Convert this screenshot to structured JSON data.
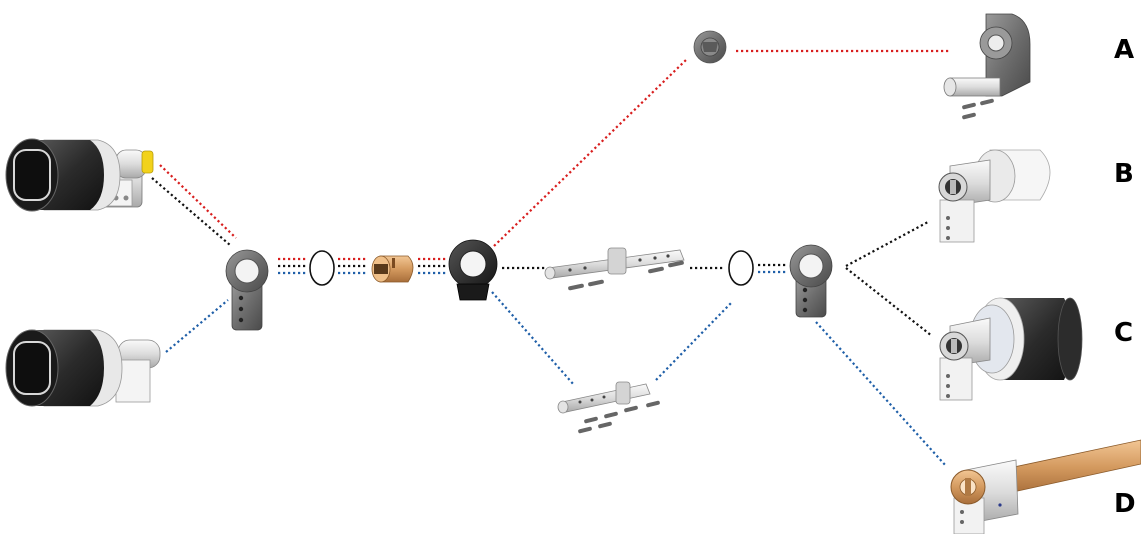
{
  "labels": {
    "a": "A",
    "b": "B",
    "c": "C",
    "d": "D"
  },
  "colors": {
    "red_path": "#d81e1e",
    "black_path": "#111111",
    "blue_path": "#1f5fa8",
    "knob_dark": "#3a3a3a",
    "metal_light": "#e8e8e8",
    "brass": "#d9a066",
    "yellow_tip": "#f2d21b"
  },
  "icons": [
    "smart-knob-icon",
    "smart-knob-icon",
    "cylinder-housing-icon",
    "o-ring-icon",
    "brass-sleeve-icon",
    "dark-ring-bracket-icon",
    "cam-wheel-icon",
    "thumbturn-icon",
    "spindle-pins-icon",
    "cylinder-housing-icon",
    "cylinder-icon",
    "knob-cylinder-icon",
    "extended-rod-cylinder-icon"
  ]
}
